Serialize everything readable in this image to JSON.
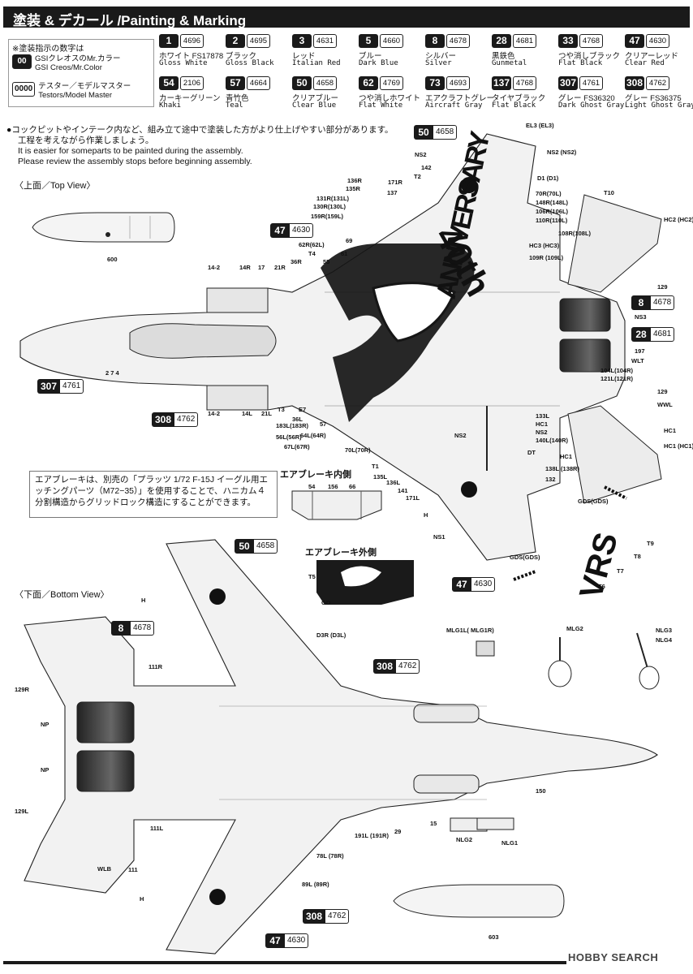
{
  "header": {
    "title": "塗装 & デカール /Painting & Marking"
  },
  "legend": {
    "note": "※塗装指示の数字は",
    "creos": {
      "box": "00",
      "text_jp": "GSIクレオスのMr.カラー",
      "text_en": "GSI Creos/Mr.Color"
    },
    "model_master": {
      "box": "0000",
      "text_jp": "テスター／モデルマスター",
      "text_en": "Testors/Model Master"
    }
  },
  "colors": [
    {
      "num": "1",
      "code": "4696",
      "jp": "ホワイト FS17878",
      "en": "Gloss White"
    },
    {
      "num": "2",
      "code": "4695",
      "jp": "ブラック",
      "en": "Gloss Black"
    },
    {
      "num": "3",
      "code": "4631",
      "jp": "レッド",
      "en": "Italian Red"
    },
    {
      "num": "5",
      "code": "4660",
      "jp": "ブルー",
      "en": "Dark Blue"
    },
    {
      "num": "8",
      "code": "4678",
      "jp": "シルバー",
      "en": "Silver"
    },
    {
      "num": "28",
      "code": "4681",
      "jp": "黒鉄色",
      "en": "Gunmetal"
    },
    {
      "num": "33",
      "code": "4768",
      "jp": "つや消しブラック",
      "en": "Flat Black"
    },
    {
      "num": "47",
      "code": "4630",
      "jp": "クリアーレッド",
      "en": "Clear Red"
    },
    {
      "num": "54",
      "code": "2106",
      "jp": "カーキーグリーン",
      "en": "Khaki"
    },
    {
      "num": "57",
      "code": "4664",
      "jp": "青竹色",
      "en": "Teal"
    },
    {
      "num": "50",
      "code": "4658",
      "jp": "クリアブルー",
      "en": "Clear Blue"
    },
    {
      "num": "62",
      "code": "4769",
      "jp": "つや消しホワイト",
      "en": "Flat White"
    },
    {
      "num": "73",
      "code": "4693",
      "jp": "エアクラフトグレー",
      "en": "Aircraft Gray"
    },
    {
      "num": "137",
      "code": "4768",
      "jp": "タイヤブラック",
      "en": "Flat Black"
    },
    {
      "num": "307",
      "code": "4761",
      "jp": "グレー FS36320",
      "en": "Dark Ghost Gray"
    },
    {
      "num": "308",
      "code": "4762",
      "jp": "グレー FS36375",
      "en": "Light Ghost Gray"
    }
  ],
  "notes": {
    "jp1": "●コックピットやインテーク内など、組み立て途中で塗装した方がより仕上げやすい部分があります。",
    "jp2": "工程を考えながら作業しましょう。",
    "en1": "It is easier for someparts to be painted during the assembly.",
    "en2": "Please review the assembly stops before beginning assembly."
  },
  "top_view": {
    "title": "〈上面／Top View〉",
    "callouts": [
      {
        "n": "50",
        "c": "4658"
      },
      {
        "n": "47",
        "c": "4630"
      },
      {
        "n": "8",
        "c": "4678"
      },
      {
        "n": "28",
        "c": "4681"
      },
      {
        "n": "307",
        "c": "4761"
      },
      {
        "n": "308",
        "c": "4762"
      },
      {
        "n": "47",
        "c": "4630"
      }
    ],
    "labels_left": [
      "600",
      "14-2",
      "14R",
      "17",
      "21R",
      "36R",
      "2 7 4",
      "14-2",
      "14L",
      "21L",
      "T3",
      "E7",
      "183L(183R)",
      "56L(56R)",
      "67L(67R)",
      "64L(64R)",
      "57",
      "36L",
      "T4",
      "55",
      "62R(62L)",
      "61",
      "69",
      "159R(159L)",
      "130R(130L)",
      "131R(131L)",
      "135R",
      "136R",
      "137",
      "171R",
      "142",
      "T2",
      "NS2",
      "EL3 (EL3)",
      "NS2 (NS2)",
      "D1 (D1)",
      "70R(70L)",
      "148R(148L)",
      "106R(106L)",
      "110R(110L)",
      "108R(108L)",
      "HC3 (HC3)",
      "109R (109L)",
      "T10",
      "HC2 (HC2)",
      "129",
      "NS3",
      "197",
      "WLT",
      "104L(104R)",
      "121L(121R)",
      "129",
      "WWL",
      "133L",
      "HC1",
      "NS2",
      "140L(140R)",
      "DT",
      "HC1",
      "138L (138R)",
      "132",
      "HC1",
      "HC1 (HC1)",
      "GDS(GDS)",
      "NS2",
      "70L(70R)",
      "T1",
      "135L",
      "136L",
      "141",
      "171L",
      "H",
      "NS1",
      "GDS(GDS)",
      "T9",
      "T8",
      "T7",
      "T6"
    ]
  },
  "airbrake": {
    "text": "エアブレーキは、別売の「プラッツ 1/72 F-15J イーグル用エッチングパーツ（M72−35）」を使用することで、ハニカム４分割構造からグリッドロック構造にすることができます。",
    "inner_title": "エアブレーキ内側",
    "inner_labels": [
      "54",
      "156",
      "66"
    ],
    "outer_title": "エアブレーキ外側",
    "outer_labels": [
      "T5",
      "GD"
    ]
  },
  "decal_text": {
    "big1": "40th",
    "big2": "ANNIVERSARY",
    "big3": "VRS"
  },
  "bottom_view": {
    "title": "〈下面／Bottom View〉",
    "callouts": [
      {
        "n": "50",
        "c": "4658"
      },
      {
        "n": "8",
        "c": "4678"
      },
      {
        "n": "308",
        "c": "4762"
      },
      {
        "n": "308",
        "c": "4762"
      },
      {
        "n": "47",
        "c": "4630"
      }
    ],
    "labels": [
      "H",
      "D3R (D3L)",
      "111R",
      "129R",
      "NP",
      "NP",
      "129L",
      "111L",
      "WLB",
      "111",
      "78L (78R)",
      "89L (89R)",
      "191L (191R)",
      "29",
      "15",
      "150",
      "NLG2",
      "NLG1",
      "H",
      "603",
      "MLG1L( MLG1R)",
      "MLG2",
      "NLG3",
      "NLG4"
    ]
  },
  "watermark": "HOBBY SEARCH"
}
